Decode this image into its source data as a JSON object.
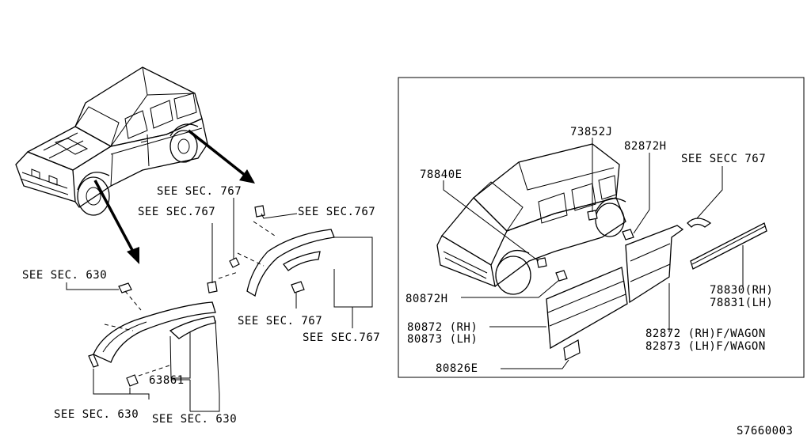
{
  "diagram_id": "S7660003",
  "left_labels": {
    "see_sec_630_top": "SEE SEC. 630",
    "see_sec_630_bottom_left": "SEE SEC. 630",
    "see_sec_630_bottom_right": "SEE SEC. 630",
    "part_63861": "63861",
    "see_sec_767_a": "SEE SEC. 767",
    "see_sec_767_b": "SEE SEC.767",
    "see_sec_767_c": "SEE SEC.767",
    "see_sec_767_d": "SEE SEC. 767",
    "see_sec_767_e": "SEE SEC.767"
  },
  "inset_labels": {
    "part_73852J": "73852J",
    "part_82872H": "82872H",
    "see_secc_767": "SEE SECC 767",
    "part_78840E": "78840E",
    "part_80872H": "80872H",
    "part_80872_rh": "80872 (RH)",
    "part_80873_lh": "80873 (LH)",
    "part_80826E": "80826E",
    "part_78830_rh": "78830(RH)",
    "part_78831_lh": "78831(LH)",
    "part_82872_rh": "82872 (RH)F/WAGON",
    "part_82873_lh": "82873 (LH)F/WAGON"
  }
}
